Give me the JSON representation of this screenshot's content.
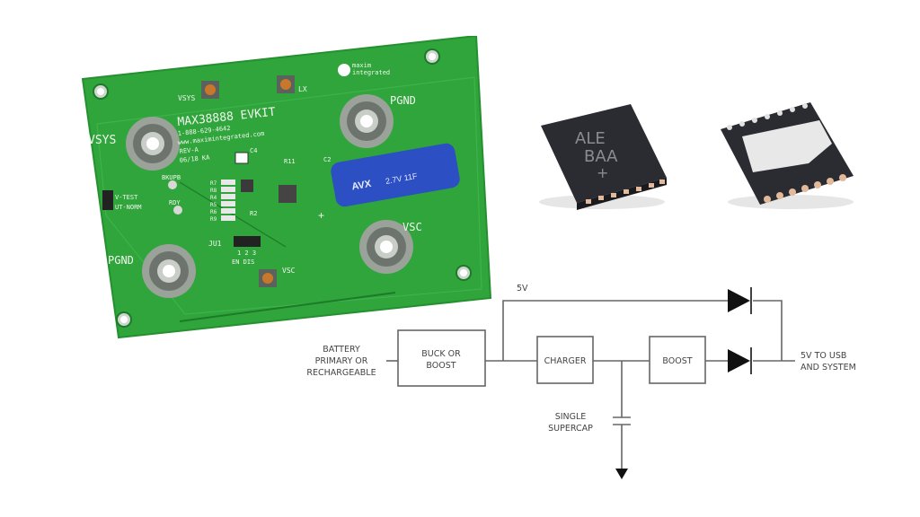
{
  "pcb": {
    "board_title": "MAX38888 EVKIT",
    "phone": "1-888-629-4642",
    "website": "www.maximintegrated.com",
    "revision": "REV-A",
    "date_code": "06/18 KA",
    "brand_line1": "maxim",
    "brand_line2": "integrated",
    "labels": {
      "vsys_top": "VSYS",
      "lx": "LX",
      "pgnd_top": "PGND",
      "vsys_left": "VSYS",
      "pgnd_bottom": "PGND",
      "vsc_right": "VSC",
      "vsc_bottom": "VSC",
      "bkupb": "BKUPB",
      "rdy": "RDY",
      "test": "V-TEST",
      "norm": "UT-NORM",
      "ju1": "JU1",
      "ju1_pins": "1 2 3",
      "en_dis": "EN DIS",
      "c2": "C2",
      "c4": "C4",
      "r11": "R11",
      "r2": "R2",
      "resistors": [
        "R7",
        "R8",
        "R4",
        "R5",
        "R6",
        "R9"
      ]
    },
    "capacitor": {
      "brand": "AVX",
      "rating": "2.7V 11F",
      "polarity": "+"
    },
    "colors": {
      "board": "#2fa53c",
      "board_dark": "#23892f",
      "capacitor": "#2c4fc4"
    }
  },
  "chips": {
    "top_marking_line1": "ALE",
    "top_marking_line2": "BAA",
    "top_marking_line3": "+"
  },
  "schematic": {
    "input_label_lines": [
      "BATTERY",
      "PRIMARY OR",
      "RECHARGEABLE"
    ],
    "blocks": {
      "buck_boost": [
        "BUCK OR",
        "BOOST"
      ],
      "charger": "CHARGER",
      "boost": "BOOST"
    },
    "rail_label": "5V",
    "output_label_lines": [
      "5V TO USB",
      "AND SYSTEM"
    ],
    "supercap_label_lines": [
      "SINGLE",
      "SUPERCAP"
    ]
  }
}
